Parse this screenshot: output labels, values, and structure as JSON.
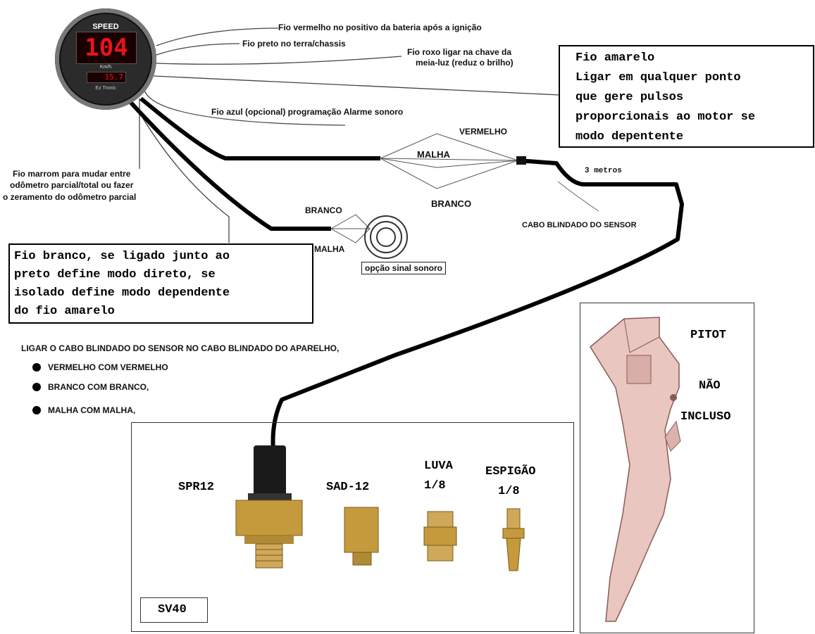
{
  "gauge": {
    "title": "SPEED",
    "reading": "104",
    "unit": "Km/h",
    "sub_reading": "15.7",
    "brand": "Ez Tronic"
  },
  "wire_labels": {
    "red": "Fio vermelho no positivo da bateria  após a ignição",
    "black": "Fio preto no terra/chassis",
    "purple_line1": "Fio roxo ligar na chave da",
    "purple_line2": "meia-luz (reduz o brilho)",
    "blue": "Fio azul (opcional) programação  Alarme sonoro",
    "brown_line1": "Fio marrom para mudar entre",
    "brown_line2": "odômetro parcial/total ou fazer",
    "brown_line3": "o zeramento do odômetro  parcial"
  },
  "yellow_note": {
    "lines": [
      "Fio amarelo",
      "Ligar em qualquer ponto",
      "que gere pulsos",
      "proporcionais ao motor se",
      "modo depentente"
    ]
  },
  "white_note": {
    "lines": [
      "Fio branco, se ligado junto ao",
      "preto define modo direto, se",
      "isolado define modo dependente",
      "do fio amarelo"
    ]
  },
  "connector_top": {
    "vermelho": "VERMELHO",
    "malha": "MALHA",
    "branco": "BRANCO",
    "length": "3 metros",
    "sensor_cable": "CABO BLINDADO DO SENSOR"
  },
  "connector_bottom": {
    "branco": "BRANCO",
    "malha": "MALHA",
    "buzzer": "opção sinal sonoro"
  },
  "instructions": {
    "title": "LIGAR O CABO BLINDADO DO SENSOR NO  CABO BLINDADO DO APARELHO,",
    "items": [
      "VERMELHO COM VERMELHO",
      "BRANCO COM BRANCO,",
      "MALHA COM MALHA,"
    ]
  },
  "kit": {
    "name": "SV40",
    "parts": [
      {
        "line1": "SPR12",
        "line2": ""
      },
      {
        "line1": "SAD-12",
        "line2": ""
      },
      {
        "line1": "LUVA",
        "line2": "1/8"
      },
      {
        "line1": "ESPIGÃO",
        "line2": "1/8"
      }
    ]
  },
  "pitot": {
    "line1": "PITOT",
    "line2": "NÃO",
    "line3": "INCLUSO"
  },
  "colors": {
    "gauge_display": "#e8141b",
    "brass": "#c49a3c",
    "pitot": "#e9c6c0"
  }
}
